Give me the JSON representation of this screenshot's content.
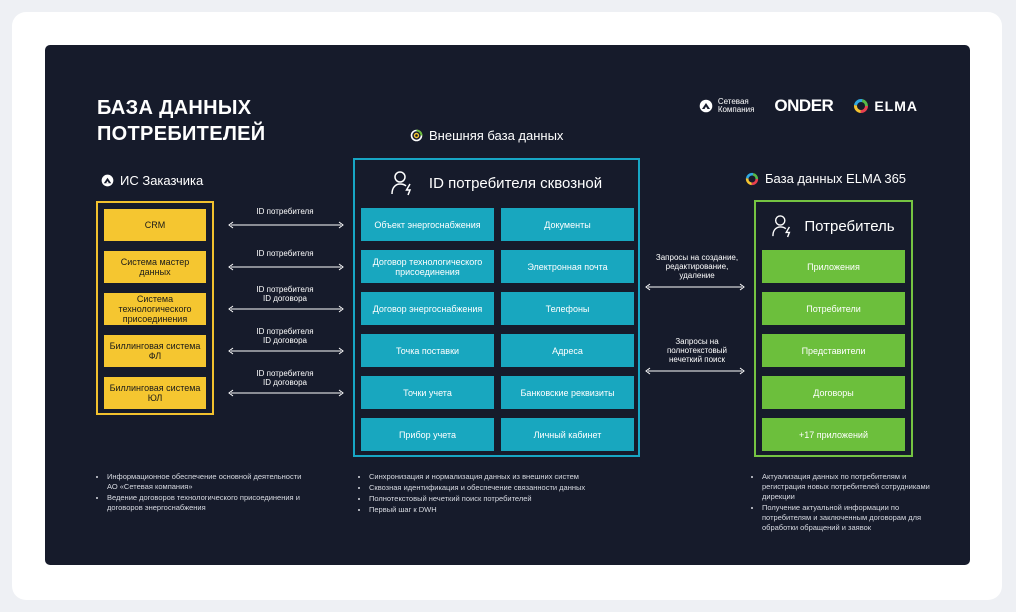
{
  "title": [
    "БАЗА ДАННЫХ",
    "ПОТРЕБИТЕЛЕЙ"
  ],
  "logos": {
    "setevaya": [
      "Сетевая",
      "Компания"
    ],
    "onder": "ONDER",
    "elma": "ELMA"
  },
  "left": {
    "title": "ИС Заказчика",
    "items": [
      "CRM",
      "Система мастер данных",
      "Система технологического присоединения",
      "Биллинговая система ФЛ",
      "Биллинговая система ЮЛ"
    ],
    "notes": [
      "Информационное обеспечение основной деятельности АО «Сетевая компания»",
      "Ведение договоров технологического присоединения и договоров энергоснабжения"
    ]
  },
  "arrows_left": [
    [
      "ID потребителя"
    ],
    [
      "ID потребителя"
    ],
    [
      "ID потребителя",
      "ID договора"
    ],
    [
      "ID потребителя",
      "ID договора"
    ],
    [
      "ID потребителя",
      "ID договора"
    ]
  ],
  "middle": {
    "section_title": "Внешняя база данных",
    "title": "ID потребителя сквозной",
    "left_items": [
      "Объект энергоснабжения",
      "Договор технологического присоединения",
      "Договор энергоснабжения",
      "Точка поставки",
      "Точки учета",
      "Прибор учета"
    ],
    "right_items": [
      "Документы",
      "Электронная почта",
      "Телефоны",
      "Адреса",
      "Банковские реквизиты",
      "Личный кабинет"
    ],
    "notes": [
      "Синхронизация и нормализация данных из внешних систем",
      "Сквозная идентификация и обеспечение связанности данных",
      "Полнотекстовый нечеткий поиск потребителей",
      "Первый шаг к DWH"
    ]
  },
  "arrows_right": [
    [
      "Запросы на создание,",
      "редактирование,",
      "удаление"
    ],
    [
      "Запросы на",
      "полнотекстовый",
      "нечеткий поиск"
    ]
  ],
  "right": {
    "section_title": "База данных ELMA 365",
    "title": "Потребитель",
    "items": [
      "Приложения",
      "Потребители",
      "Представители",
      "Договоры",
      "+17 приложений"
    ],
    "notes": [
      "Актуализация данных по потребителям и регистрация новых потребителей сотрудниками дирекции",
      "Получение актуальной информации по потребителям и заключенным договорам для обработки обращений и заявок"
    ]
  },
  "colors": {
    "background": "#161b2b",
    "yellow": "#f5c630",
    "teal": "#18a7bf",
    "green": "#6cbf3c"
  }
}
